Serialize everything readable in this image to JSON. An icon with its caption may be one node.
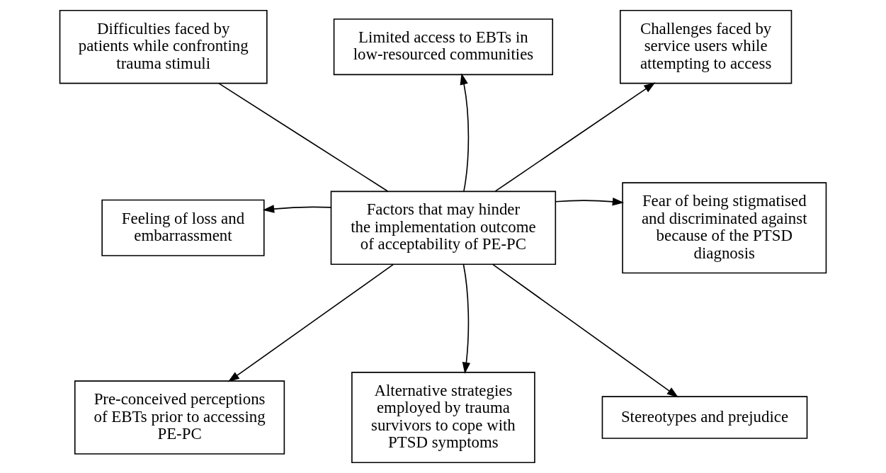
{
  "diagram": {
    "nodes": [
      {
        "text": [
          "Difficulties faced by patients while confronting trauma stimuli"
        ]
      },
      {
        "text": [
          "Limited access to EBTs in low-resourced communities"
        ]
      },
      {
        "text": [
          "Challenges faced by service users while attempting to access"
        ]
      },
      {
        "text": [
          "Feeling of loss and embarrassment"
        ]
      },
      {
        "text": [
          "Factors that may hinder the implementation outcome of acceptability of PE-PC"
        ]
      },
      {
        "text": [
          "Fear of being stigmatised and discriminated against because of the PTSD diagnosis"
        ]
      },
      {
        "text": [
          "Pre-conceived perceptions of EBTs prior to accessing PE-PC"
        ]
      },
      {
        "text": [
          "Alternative strategies employed by trauma survivors to cope with PTSD symptoms"
        ]
      },
      {
        "text": [
          "Stereotypes and prejudice"
        ]
      }
    ],
    "edges": [
      {
        "from": 4,
        "to": 0,
        "arrow": "none"
      },
      {
        "from": 4,
        "to": 1,
        "arrow": "to"
      },
      {
        "from": 4,
        "to": 2,
        "arrow": "to"
      },
      {
        "from": 4,
        "to": 3,
        "arrow": "to"
      },
      {
        "from": 4,
        "to": 5,
        "arrow": "to"
      },
      {
        "from": 4,
        "to": 6,
        "arrow": "to"
      },
      {
        "from": 4,
        "to": 7,
        "arrow": "to"
      },
      {
        "from": 4,
        "to": 8,
        "arrow": "to"
      }
    ]
  }
}
